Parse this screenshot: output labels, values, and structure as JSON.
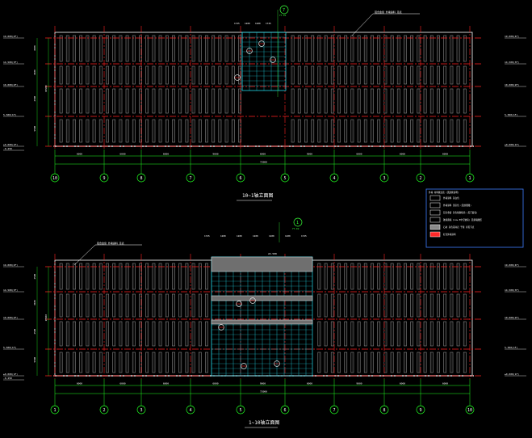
{
  "elevations": [
    {
      "id": "top",
      "title": "10~1轴立面图",
      "axis_labels": [
        "10",
        "9",
        "8",
        "7",
        "6",
        "5",
        "4",
        "3",
        "2",
        "1"
      ],
      "level_labels_left": [
        "19.000(4F)",
        "14.500(3F)",
        "10.000(2F)",
        "5.500(1F)",
        "±0.000(1F)",
        "-0.250"
      ],
      "level_labels_right": [
        "19.000(4F)",
        "14.500(3F)",
        "10.000(2F)",
        "5.500(1F)",
        "±0.000(1F)"
      ],
      "dim_segments": [
        "6000",
        "6000",
        "6000",
        "9000",
        "6000",
        "9000",
        "6000",
        "6000",
        "6000"
      ],
      "dim_total": "72000",
      "callout_number": "7",
      "callout_sub": "YT-01",
      "leader_note": "铝合金窗 外墙涂料 见表",
      "top_dims": [
        "1725",
        "1200",
        "1200",
        "1725"
      ],
      "side_dims_left": [
        "4500",
        "4500",
        "4500",
        "5500"
      ],
      "side_dim_total": "19500"
    },
    {
      "id": "bottom",
      "title": "1~10轴立面图",
      "axis_labels": [
        "1",
        "2",
        "3",
        "4",
        "5",
        "6",
        "7",
        "8",
        "9",
        "10"
      ],
      "level_labels_left": [
        "19.000(4F)",
        "14.500(3F)",
        "10.000(2F)",
        "5.500(1F)",
        "±0.000(1F)",
        "-0.250"
      ],
      "level_labels_right": [
        "19.000(4F)",
        "14.500(3F)",
        "10.000(2F)",
        "5.500(1F)",
        "±0.000(1F)"
      ],
      "dim_segments": [
        "6000",
        "6000",
        "6000",
        "6000",
        "9000",
        "6000",
        "9000",
        "6000",
        "6000"
      ],
      "dim_total": "72000",
      "callout_number": "1",
      "callout_sub": "YT-02",
      "leader_note": "铝合金窗 外墙涂料 见表",
      "top_dims": [
        "1725",
        "1200",
        "1200",
        "1200",
        "1200",
        "1200",
        "1725"
      ],
      "side_dims_left": [
        "4500",
        "4500",
        "4500",
        "5500"
      ],
      "side_dim_total": "19500",
      "roof_level": "22.500"
    }
  ],
  "legend": {
    "title": "外墙 材料做法表 (见建施说明)",
    "items": [
      {
        "label": "外墙涂料 灰白色",
        "swatch": "#000000"
      },
      {
        "label": "外墙涂料 浅灰色 (见效果图)",
        "swatch": "#000000"
      },
      {
        "label": "铝合金窗 灰色氟碳喷涂 (见门窗表)",
        "swatch": "#000000"
      },
      {
        "label": "玻璃幕墙 (Low-E中空玻璃) 见幕墙图纸",
        "swatch": "#000000"
      },
      {
        "label": "石材 灰色花岗岩 干挂 详见节点",
        "swatch": "#8a8a8a"
      },
      {
        "label": "红色外墙涂料",
        "swatch": "#ff2a2a"
      }
    ]
  },
  "colors": {
    "background": "#000000",
    "outline": "#ffffff",
    "grid_red": "#ff2020",
    "axis_green": "#20ff20",
    "glass_cyan": "#22d8e8",
    "window_gray": "#8a8a8a",
    "text_yellow": "#ffd400",
    "legend_frame": "#3f7fff"
  }
}
